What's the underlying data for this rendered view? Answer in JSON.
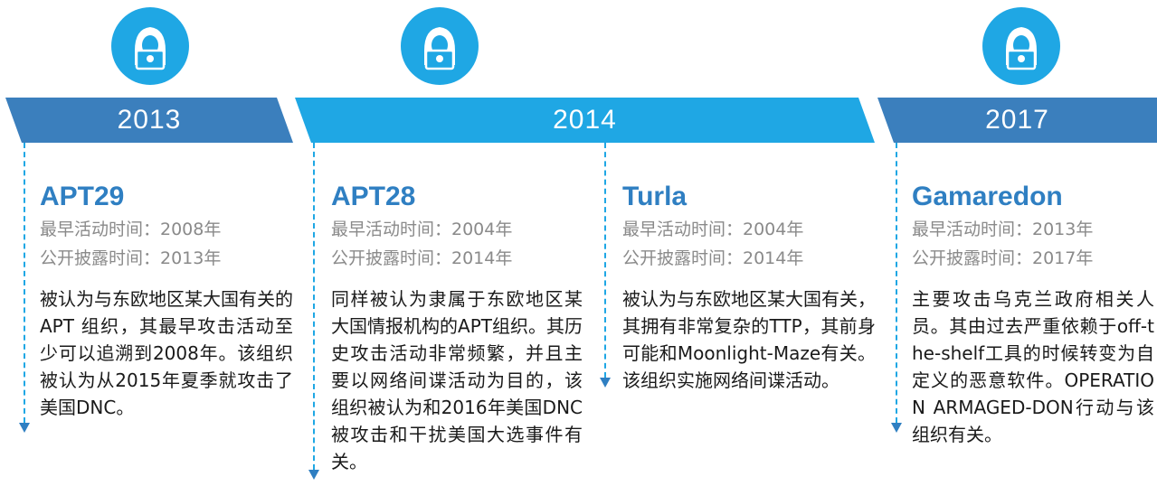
{
  "colors": {
    "band_dark": "#3b7fbd",
    "band_light": "#1fa7e4",
    "title_blue": "#2f7fc2",
    "meta_gray": "#8a8a8a",
    "icon_bg": "#1fa7e4"
  },
  "icons": [
    "hacker-icon",
    "hacker-icon",
    "hacker-icon"
  ],
  "years": [
    {
      "label": "2013"
    },
    {
      "label": "2014"
    },
    {
      "label": "2017"
    }
  ],
  "entries": [
    {
      "name": "APT29",
      "first_active": "最早活动时间：2008年",
      "disclosed": "公开披露时间：2013年",
      "description": "被认为与东欧地区某大国有关的 APT 组织，其最早攻击活动至少可以追溯到2008年。该组织被认为从2015年夏季就攻击了美国DNC。"
    },
    {
      "name": "APT28",
      "first_active": "最早活动时间：2004年",
      "disclosed": "公开披露时间：2014年",
      "description": "同样被认为隶属于东欧地区某大国情报机构的APT组织。其历史攻击活动非常频繁，并且主要以网络间谍活动为目的，该组织被认为和2016年美国DNC被攻击和干扰美国大选事件有关。"
    },
    {
      "name": "Turla",
      "first_active": "最早活动时间：2004年",
      "disclosed": "公开披露时间：2014年",
      "description": "被认为与东欧地区某大国有关，其拥有非常复杂的TTP，其前身可能和Moonlight-Maze有关。该组织实施网络间谍活动。"
    },
    {
      "name": "Gamaredon",
      "first_active": "最早活动时间：2013年",
      "disclosed": "公开披露时间：2017年",
      "description": "主要攻击乌克兰政府相关人员。其由过去严重依赖于off-the-shelf工具的时候转变为自定义的恶意软件。OPERATION ARMAGED-DON行动与该组织有关。"
    }
  ]
}
